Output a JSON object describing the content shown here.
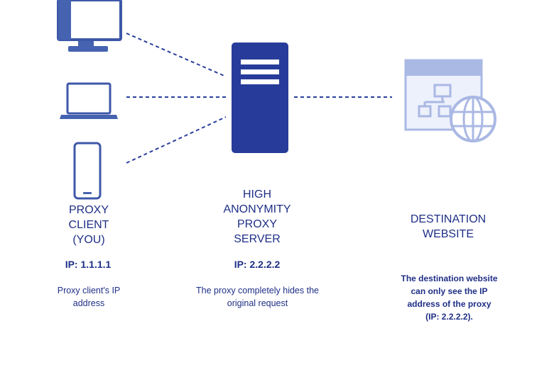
{
  "colors": {
    "primary": "#1f2f86",
    "server_fill": "#273c9a",
    "device_fill": "#4563b0",
    "light_icon": "#aab8e4"
  },
  "icons": [
    "desktop-icon",
    "laptop-icon",
    "phone-icon",
    "server-icon",
    "website-globe-icon"
  ],
  "client": {
    "title": "PROXY\nCLIENT\n(YOU)",
    "ip": "IP: 1.1.1.1",
    "description": "Proxy client's IP\naddress"
  },
  "server": {
    "title": "HIGH\nANONYMITY\nPROXY\nSERVER",
    "ip": "IP: 2.2.2.2",
    "description": "The proxy completely hides the\noriginal request"
  },
  "destination": {
    "title": "DESTINATION\nWEBSITE",
    "description": "The destination website\ncan only see the IP\naddress of the proxy\n(IP: 2.2.2.2)."
  }
}
